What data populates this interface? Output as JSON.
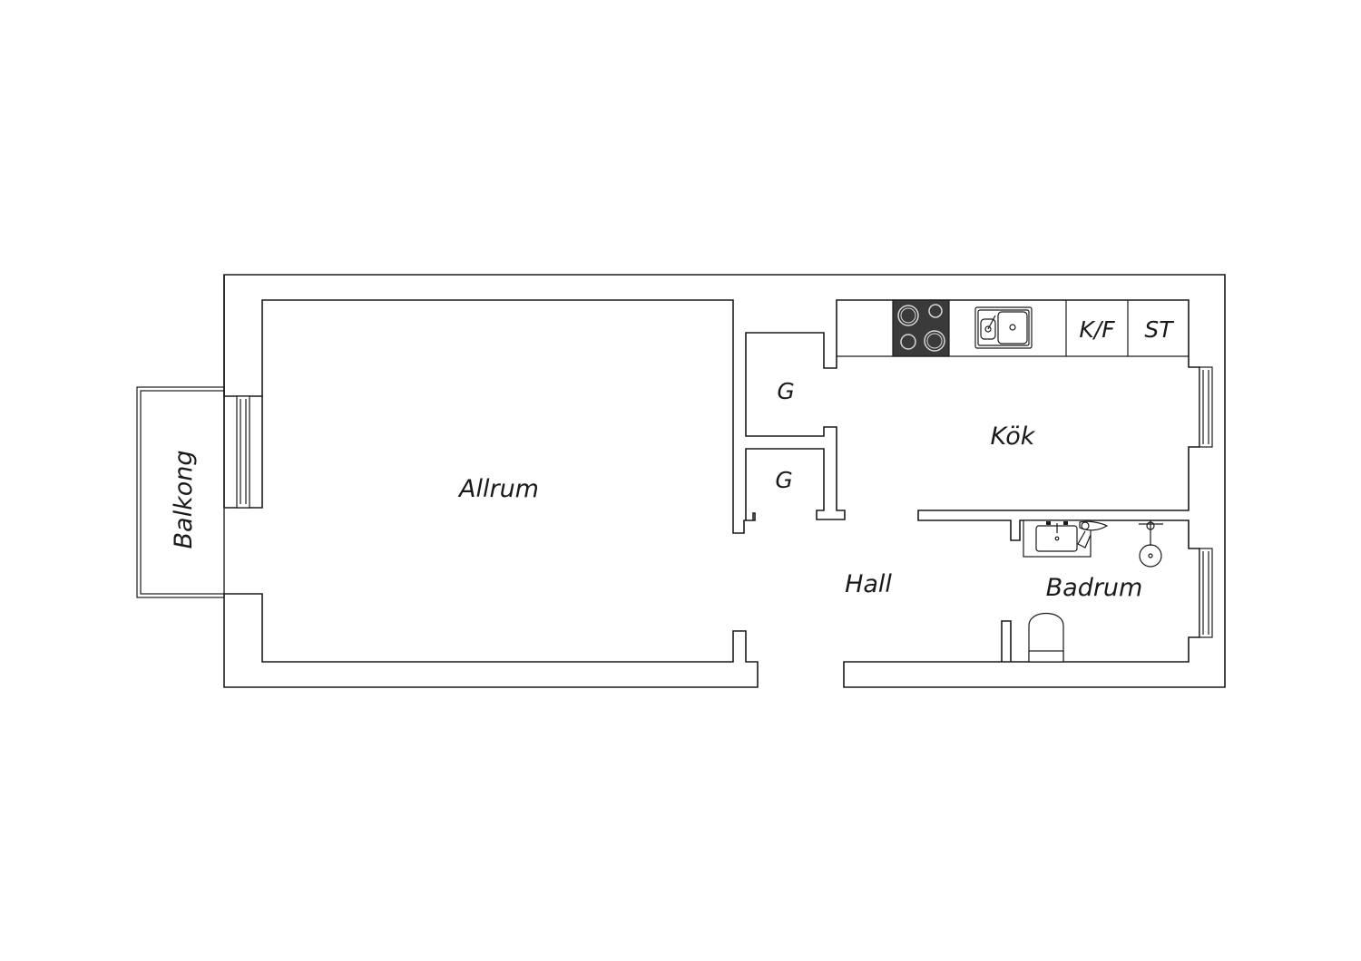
{
  "rooms": {
    "allrum": "Allrum",
    "kok": "Kök",
    "hall": "Hall",
    "badrum": "Badrum",
    "balkong": "Balkong",
    "closet_top": "G",
    "closet_bottom": "G",
    "fridge_freezer": "K/F",
    "cabinet": "ST"
  },
  "colors": {
    "line": "#1a1a1a",
    "stove": "#3a3a3a",
    "background": "#ffffff"
  }
}
